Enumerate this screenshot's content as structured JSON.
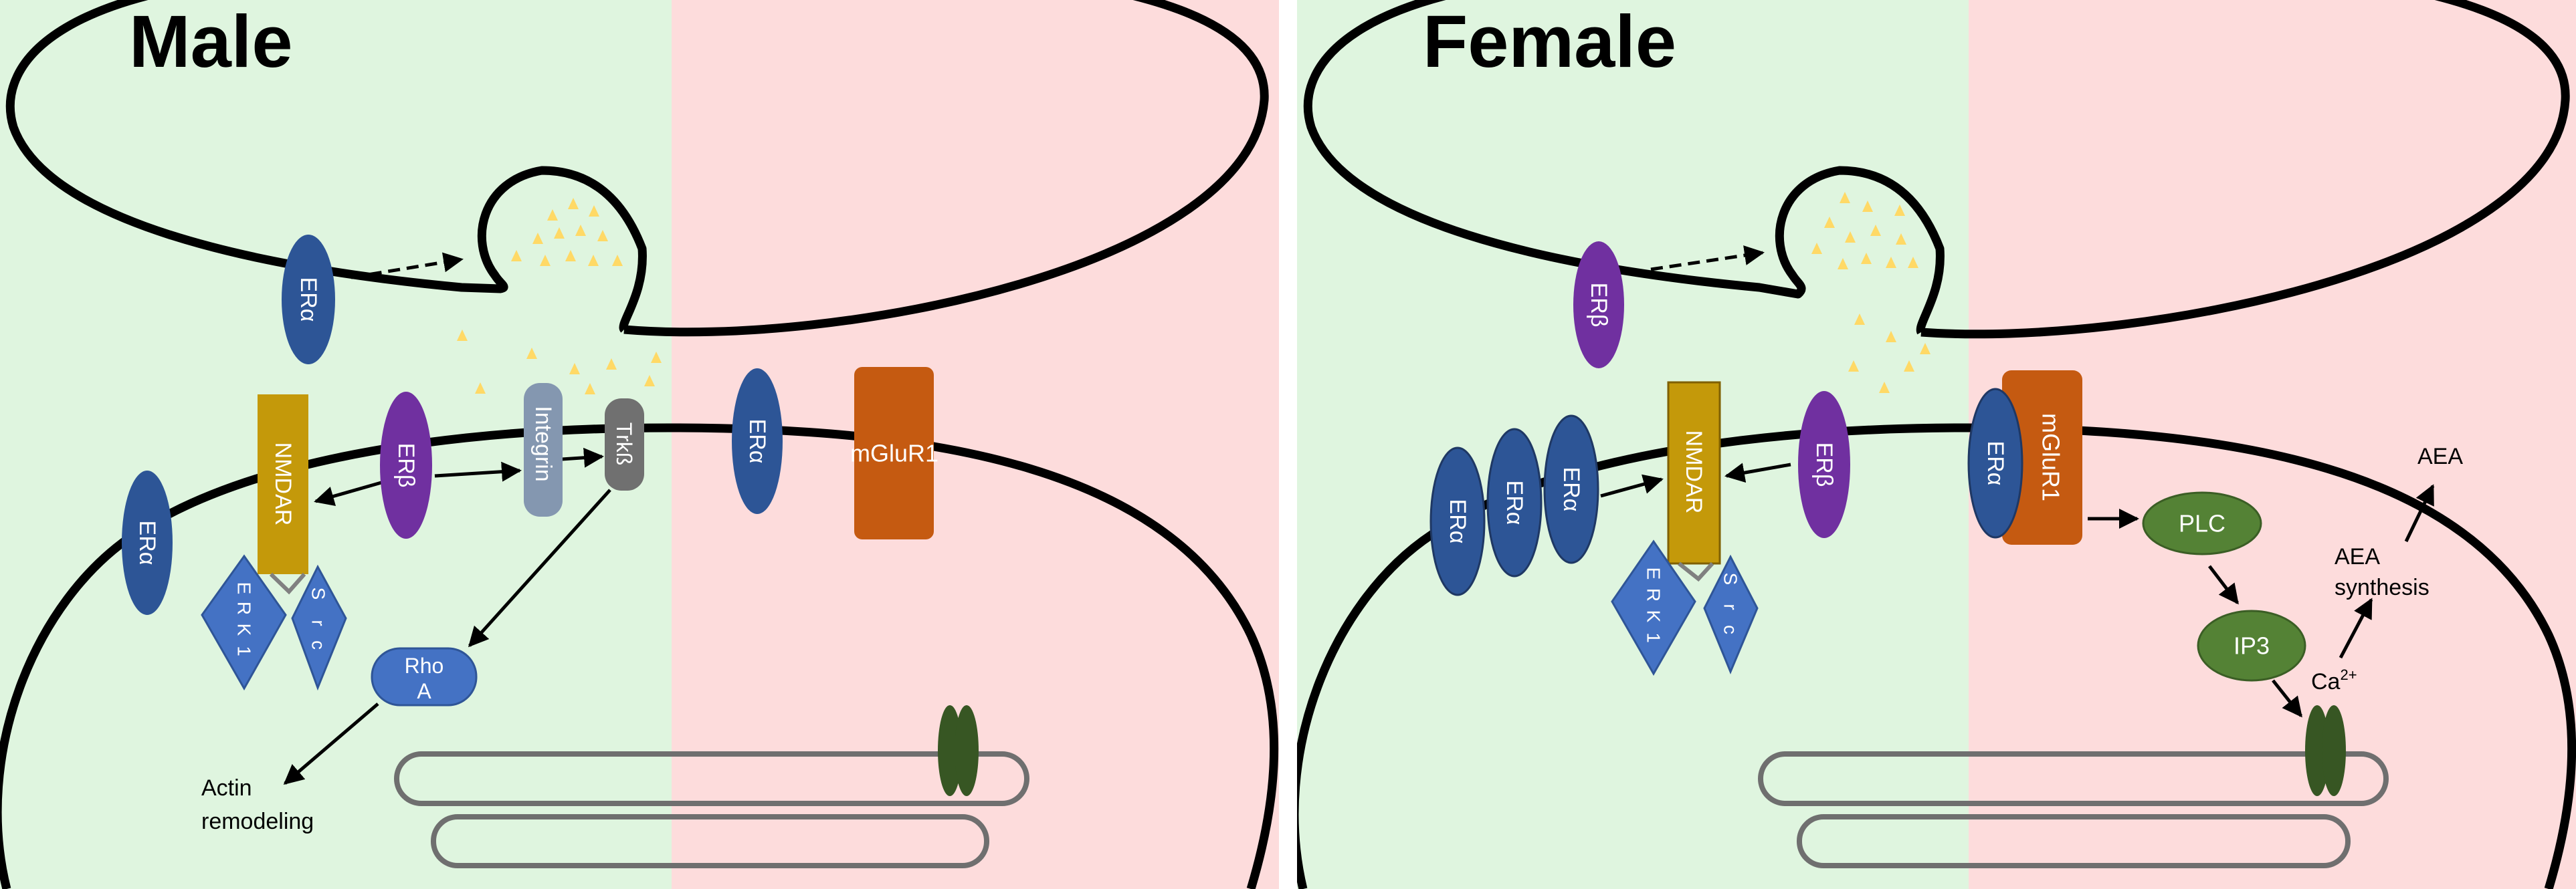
{
  "colors": {
    "bg_green": "#dff5df",
    "bg_red": "#fddcdc",
    "membrane": "#000000",
    "er_alpha": "#2d5596",
    "er_beta": "#7030a0",
    "nmdar": "#c4990a",
    "integrin": "#8497b0",
    "trkb": "#707070",
    "mglur1": "#c55a11",
    "kinase": "#4472c4",
    "rhoa": "#4472c4",
    "green_node": "#548235",
    "channel": "#375623",
    "er_organelle": "#6f6f6f",
    "vesicle_dots": "#ffd966"
  },
  "male": {
    "title": "Male",
    "era_pre": "ERα",
    "nmdar": "NMDAR",
    "erb": "ERβ",
    "integrin": "Integrin",
    "trkb": "Trkß",
    "era_post_left": "ERα",
    "era_post_right": "ERα",
    "mglur1": "mGluR1",
    "erk": [
      "E",
      "R",
      "K",
      "1"
    ],
    "src": [
      "S",
      "r",
      "c"
    ],
    "rhoa": [
      "Rho",
      "A"
    ],
    "actin": [
      "Actin",
      "remodeling"
    ]
  },
  "female": {
    "title": "Female",
    "erb_pre": "ERβ",
    "era_cluster": [
      "ERα",
      "ERα",
      "ERα"
    ],
    "nmdar": "NMDAR",
    "erb_post": "ERβ",
    "era_post": "ERα",
    "mglur1": "mGluR1",
    "erk": [
      "E",
      "R",
      "K",
      "1"
    ],
    "src": [
      "S",
      "r",
      "c"
    ],
    "plc": "PLC",
    "ip3": "IP3",
    "ca": "Ca",
    "ca_sup": "2+",
    "aea_synthesis": [
      "AEA",
      "synthesis"
    ],
    "aea": "AEA"
  }
}
